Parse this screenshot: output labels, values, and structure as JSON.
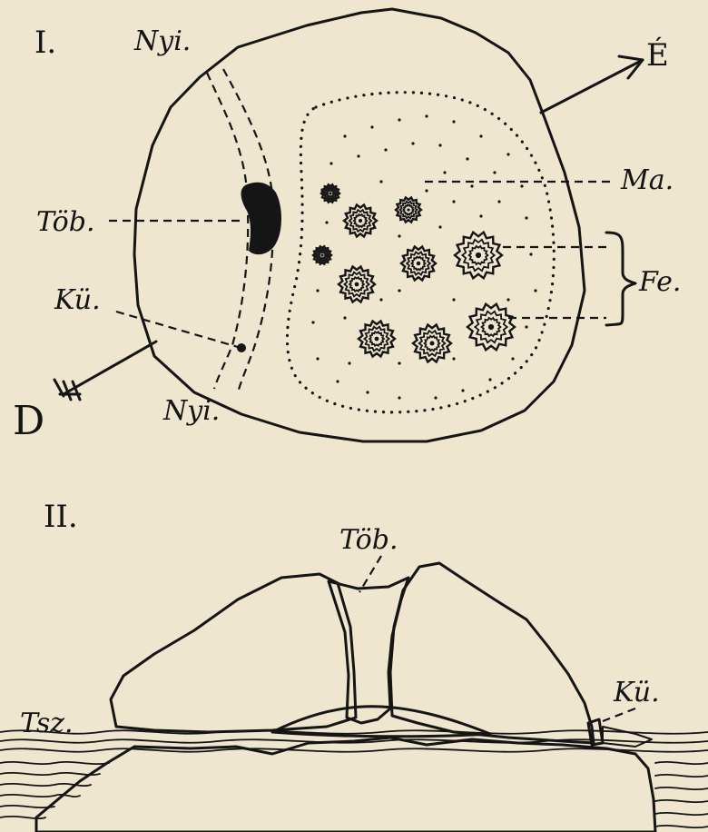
{
  "figure_I": {
    "numeral": "I.",
    "labels": {
      "nyi_top": "Nyi.",
      "nyi_bottom": "Nyi.",
      "e": "É",
      "ma": "Ma.",
      "fe": "Fe.",
      "tob": "Töb.",
      "ku": "Kü.",
      "d": "D"
    }
  },
  "figure_II": {
    "numeral": "II.",
    "labels": {
      "tob": "Töb.",
      "ku": "Kü.",
      "tsz": "Tsz."
    }
  },
  "colors": {
    "ink": "#151515",
    "paper": "#efe6cf"
  }
}
